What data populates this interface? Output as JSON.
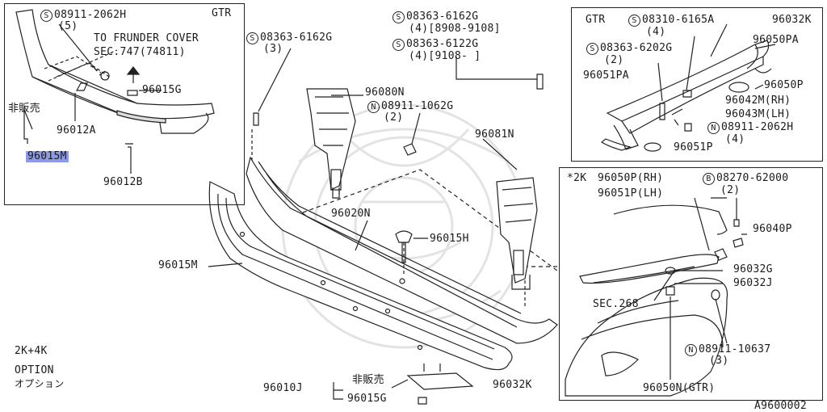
{
  "diagram": {
    "diagram_id": "A9600002",
    "notes": {
      "model": "2K+4K",
      "option": "OPTION",
      "option_ja": "オプション"
    },
    "inset_top_left": {
      "badge": "GTR",
      "bolt_1": {
        "prefix": "S",
        "code": "08911-2062H",
        "qty": "(5)"
      },
      "ref_line1": "TO FRUNDER COVER",
      "ref_line2": "SEC.747(74811)",
      "part_96015G": "96015G",
      "part_96012A": "96012A",
      "part_96015M": "96015M",
      "part_96012B": "96012B",
      "not_for_sale": "非販売"
    },
    "inset_top_right": {
      "badge": "GTR",
      "screw_a": {
        "prefix": "S",
        "code": "08310-6165A",
        "qty": "(4)"
      },
      "part_96032K": "96032K",
      "part_96050PA": "96050PA",
      "screw_b": {
        "prefix": "S",
        "code": "08363-6202G",
        "qty": "(2)"
      },
      "part_96051PA": "96051PA",
      "part_96050P": "96050P",
      "part_96042M": "96042M(RH)",
      "part_96043M": "96043M(LH)",
      "nut": {
        "prefix": "N",
        "code": "08911-2062H",
        "qty": "(4)"
      },
      "part_96051P": "96051P"
    },
    "inset_bottom_right": {
      "header_star": "*2K",
      "part_96050P": "96050P(RH)",
      "part_96051P": "96051P(LH)",
      "bolt": {
        "prefix": "B",
        "code": "08270-62000",
        "qty": "(2)"
      },
      "part_96040P": "96040P",
      "part_96032G": "96032G",
      "part_96032J": "96032J",
      "sec_ref": "SEC.268",
      "nut": {
        "prefix": "N",
        "code": "08911-10637",
        "qty": "(3)"
      },
      "part_96050N": "96050N(GTR)"
    },
    "main": {
      "screw_a": {
        "prefix": "S",
        "code": "08363-6162G",
        "qty": "(3)"
      },
      "screw_b": {
        "prefix": "S",
        "code": "08363-6162G",
        "qty_date": "(4)[8908-9108]"
      },
      "screw_c": {
        "prefix": "S",
        "code": "08363-6122G",
        "qty_date": "(4)[9108-  ]"
      },
      "part_96080N": "96080N",
      "nut": {
        "prefix": "N",
        "code": "08911-1062G",
        "qty": "(2)"
      },
      "part_96081N": "96081N",
      "part_96020N": "96020N",
      "part_96015H": "96015H",
      "part_96015M": "96015M",
      "part_96010J": "96010J",
      "not_for_sale": "非販売",
      "part_96015G": "96015G",
      "part_96032K": "96032K"
    }
  }
}
